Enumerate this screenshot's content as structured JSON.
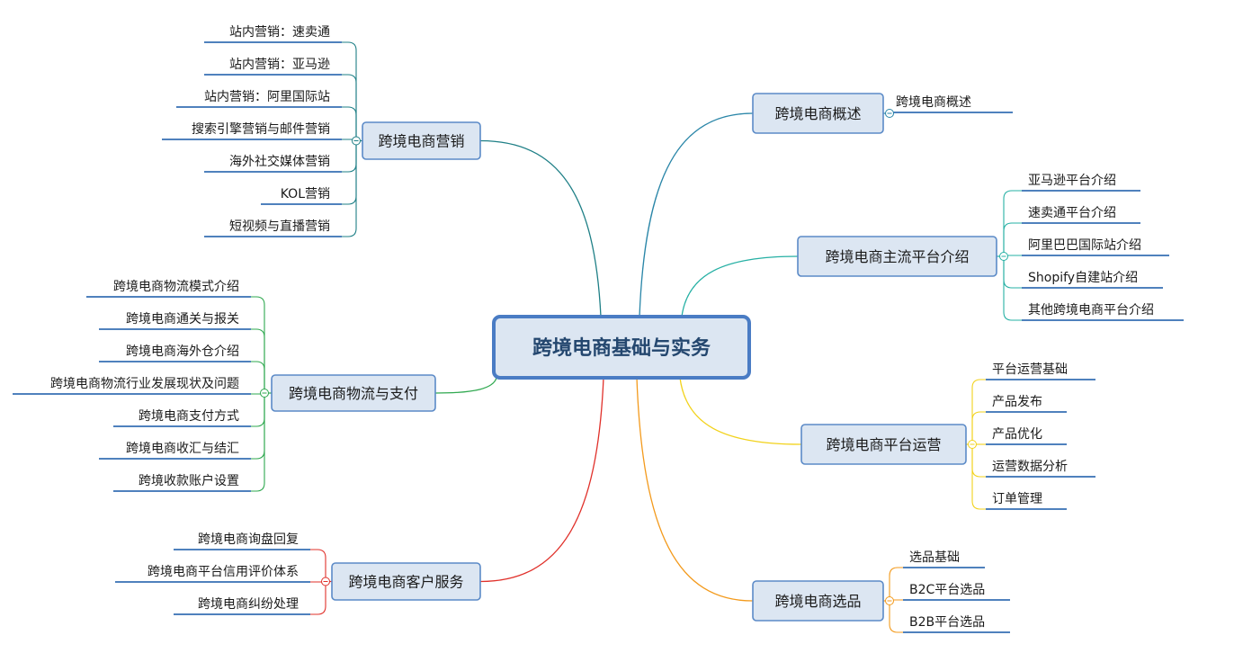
{
  "central_topic": "跨境电商基础与实务",
  "branches": [
    {
      "title": "跨境电商概述",
      "color": "#2a86a8",
      "children": [
        "跨境电商概述"
      ]
    },
    {
      "title": "跨境电商主流平台介绍",
      "color": "#26b0a4",
      "children": [
        "亚马逊平台介绍",
        "速卖通平台介绍",
        "阿里巴巴国际站介绍",
        "Shopify自建站介绍",
        "其他跨境电商平台介绍"
      ]
    },
    {
      "title": "跨境电商平台运营",
      "color": "#f2d21b",
      "children": [
        "平台运营基础",
        "产品发布",
        "产品优化",
        "运营数据分析",
        "订单管理"
      ]
    },
    {
      "title": "跨境电商选品",
      "color": "#f39a1c",
      "children": [
        "选品基础",
        "B2C平台选品",
        "B2B平台选品"
      ]
    },
    {
      "title": "跨境电商营销",
      "color": "#1e7f86",
      "children": [
        "站内营销：速卖通",
        "站内营销：亚马逊",
        "站内营销：阿里国际站",
        "搜索引擎营销与邮件营销",
        "海外社交媒体营销",
        "KOL营销",
        "短视频与直播营销"
      ]
    },
    {
      "title": "跨境电商物流与支付",
      "color": "#2fa84f",
      "children": [
        "跨境电商物流模式介绍",
        "跨境电商通关与报关",
        "跨境电商海外仓介绍",
        "跨境电商物流行业发展现状及问题",
        "跨境电商支付方式",
        "跨境电商收汇与结汇",
        "跨境收款账户设置"
      ]
    },
    {
      "title": "跨境电商客户服务",
      "color": "#e0302a",
      "children": [
        "跨境电商询盘回复",
        "跨境电商平台信用评价体系",
        "跨境电商纠纷处理"
      ]
    }
  ]
}
